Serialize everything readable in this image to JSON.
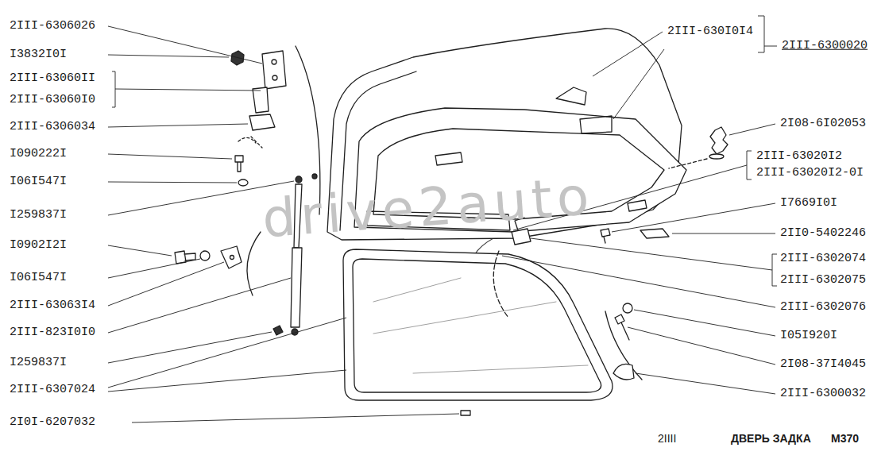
{
  "diagram": {
    "labels": [
      "2III-6306026",
      "I3832I0I",
      "2III-63060II",
      "2III-63060I0",
      "2III-6306034",
      "I090222I",
      "I06I547I",
      "I259837I",
      "I0902I2I",
      "I06I547I",
      "2III-63063I4",
      "2III-823I0I0",
      "I259837I",
      "2III-6307024",
      "2I0I-6207032",
      "2III-630I0I4",
      "2III-6300020",
      "2I08-6I02053",
      "2III-63020I2",
      "2III-63020I2-0I",
      "I7669I0I",
      "2II0-5402246",
      "2III-6302074",
      "2III-6302075",
      "2III-6302076",
      "I05I920I",
      "2I08-37I4045",
      "2III-6300032",
      "2IIII",
      "ДВЕРЬ ЗАДКА",
      "M370",
      "drive2auto"
    ]
  }
}
